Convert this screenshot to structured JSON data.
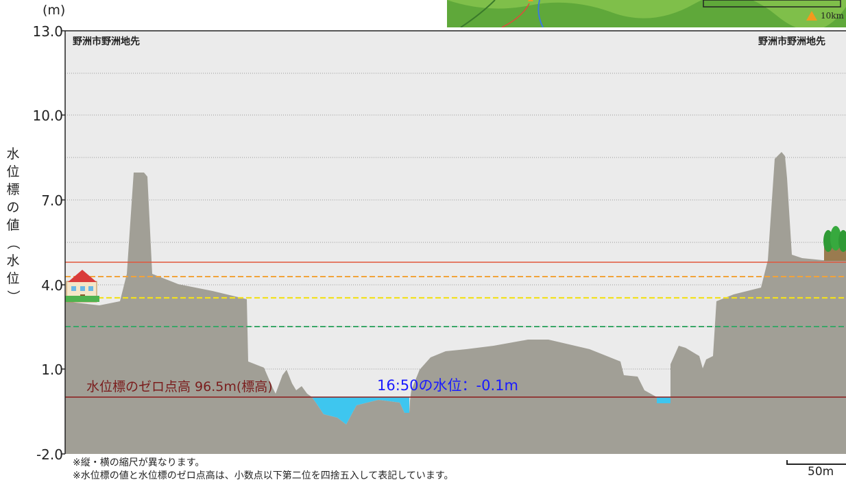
{
  "axis": {
    "unit": "(m)",
    "title_chars": [
      "水",
      "位",
      "標",
      "の",
      "値",
      "（",
      "水",
      "位",
      "）"
    ],
    "ticks": [
      "13.0",
      "10.0",
      "7.0",
      "4.0",
      "1.0",
      "-2.0"
    ]
  },
  "locations": {
    "left": "野洲市野洲地先",
    "right": "野洲市野洲地先"
  },
  "annotations": {
    "zero_point": "水位標のゼロ点高 96.5m(標高)",
    "water_level": "16:50の水位：-0.1m"
  },
  "notes": {
    "line1": "※縦・横の縮尺が異なります。",
    "line2": "※水位標の値と水位標のゼロ点高は、小数点以下第二位を四捨五入して表記しています。"
  },
  "scale": {
    "label": "50m"
  },
  "map": {
    "distance_label": "10km"
  },
  "colors": {
    "plot_bg": "#ebebeb",
    "terrain": "#a19f96",
    "water": "#3ec6ef",
    "red_line": "#e2563a",
    "orange_dash": "#f2a33a",
    "yellow_dash": "#f2e01e",
    "green_dash": "#3aa667",
    "zero_line": "#8a1a1a",
    "water_label": "#1a1aff"
  }
}
